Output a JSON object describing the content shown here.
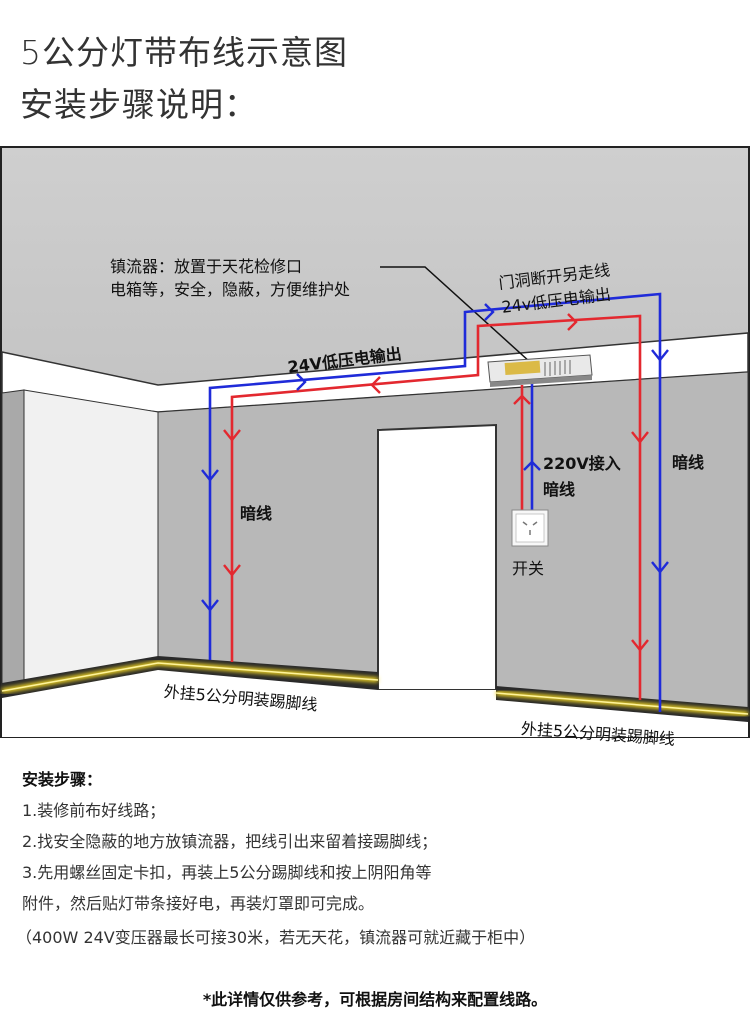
{
  "title": {
    "line1": "5公分灯带布线示意图",
    "line2": "安装步骤说明："
  },
  "diagram": {
    "ballast_note_line1": "镇流器：放置于天花检修口",
    "ballast_note_line2": "电箱等，安全，隐蔽，方便维护处",
    "door_route_line1": "门洞断开另走线",
    "door_route_line2": "24v低压电输出",
    "left_output": "24V低压电输出",
    "hidden_wire_left": "暗线",
    "input_220v": "220V接入",
    "hidden_wire_mid": "暗线",
    "hidden_wire_right": "暗线",
    "switch_label": "开关",
    "baseboard_left": "外挂5公分明装踢脚线",
    "baseboard_right": "外挂5公分明装踢脚线",
    "colors": {
      "wire_blue": "#1f2bd9",
      "wire_red": "#e3282f",
      "led_glow": "#f2d21b",
      "wall": "#b8b8b8",
      "ceiling": "#c9c9c9"
    }
  },
  "steps": {
    "heading": "安装步骤：",
    "step1": "1.装修前布好线路；",
    "step2": "2.找安全隐蔽的地方放镇流器，把线引出来留着接踢脚线；",
    "step3a": "3.先用螺丝固定卡扣，再装上5公分踢脚线和按上阴阳角等",
    "step3b": "附件，然后贴灯带条接好电，再装灯罩即可完成。",
    "note": "（400W 24V变压器最长可接30米，若无天花，镇流器可就近藏于柜中）"
  },
  "footnote": "*此详情仅供参考，可根据房间结构来配置线路。"
}
